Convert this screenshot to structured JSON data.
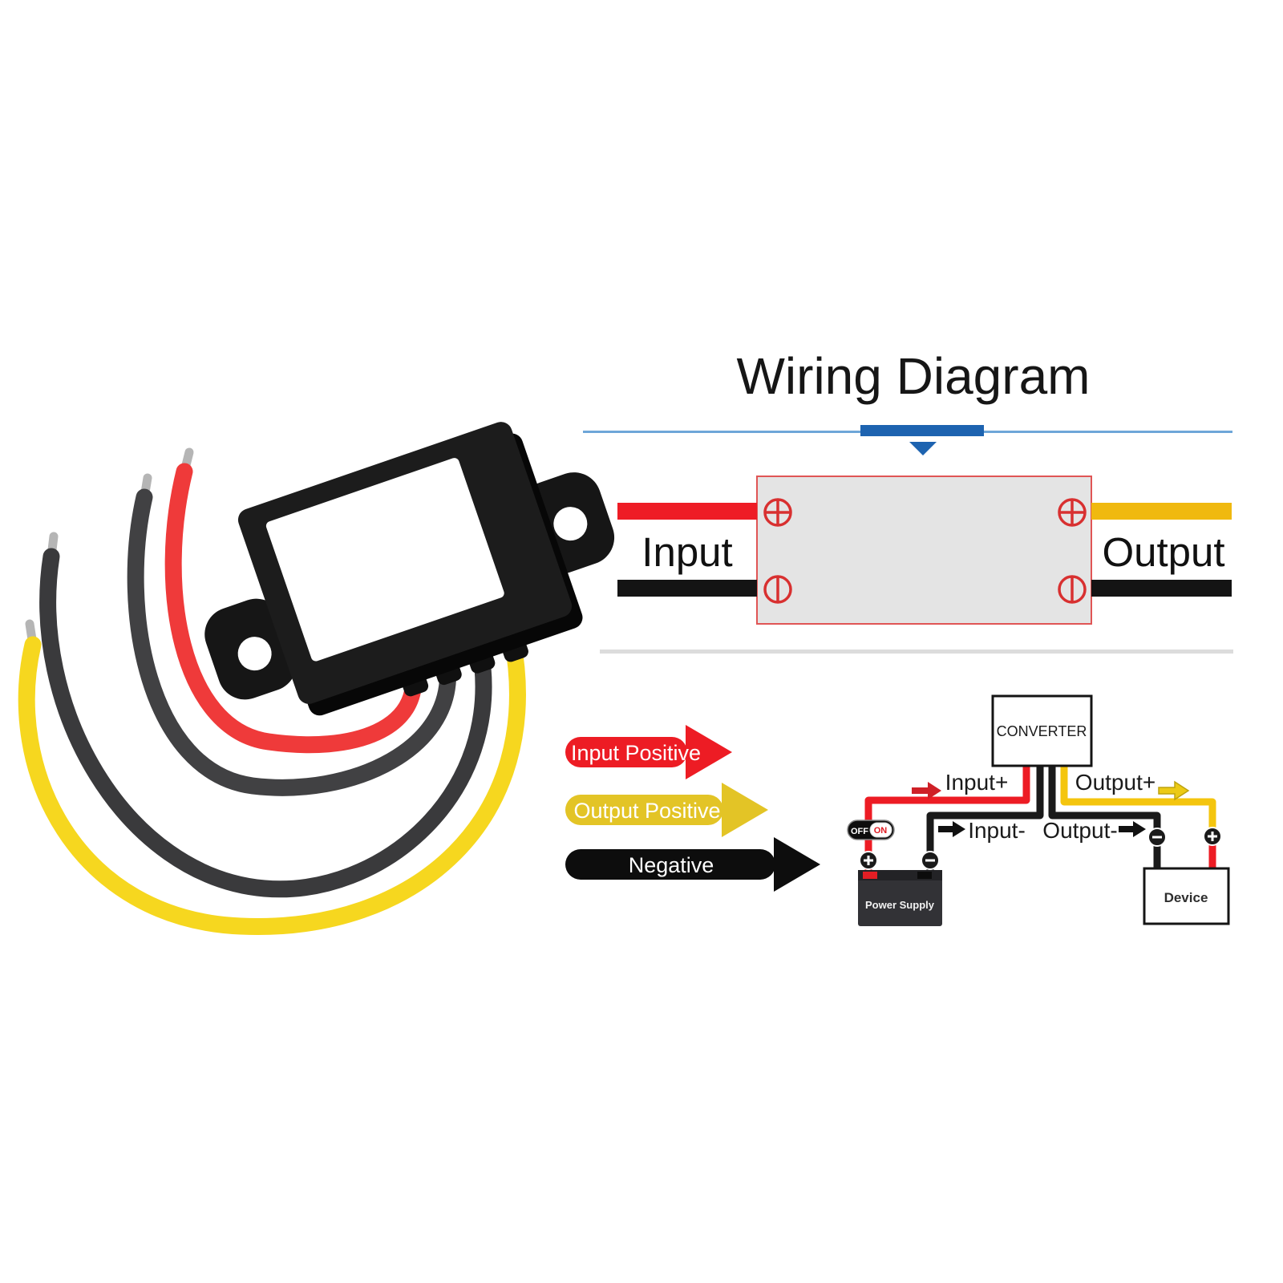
{
  "title": "Wiring Diagram",
  "block_diagram": {
    "input_label": "Input",
    "output_label": "Output"
  },
  "legend": {
    "items": [
      {
        "label": "Input Positive",
        "color": "#ed1c24",
        "text_color": "#ffffff"
      },
      {
        "label": "Output Positive",
        "color": "#e3c426",
        "text_color": "#ffffff"
      },
      {
        "label": "Negative",
        "color": "#0d0d0d",
        "text_color": "#ffffff"
      }
    ]
  },
  "circuit": {
    "converter_label": "CONVERTER",
    "input_pos_label": "Input+",
    "input_neg_label": "Input-",
    "output_pos_label": "Output+",
    "output_neg_label": "Output-",
    "switch_off_label": "OFF",
    "switch_on_label": "ON",
    "power_supply_label": "Power Supply",
    "device_label": "Device"
  },
  "colors": {
    "divider_blue_light": "#6ea6d8",
    "divider_blue_dark": "#1d63b0",
    "diagram_wire_red": "#ee1c25",
    "diagram_wire_yellow": "#f0b90f",
    "diagram_wire_black": "#141414",
    "converter_box_fill": "#e4e4e4",
    "converter_box_border": "#e05555",
    "screw_red": "#d83030",
    "photo_wire_red": "#ef3a3a",
    "photo_wire_yellow": "#f6d71f",
    "photo_wire_black": "#3a3a3c",
    "battery_fill": "#323236",
    "switch_on_red": "#e01b22"
  }
}
